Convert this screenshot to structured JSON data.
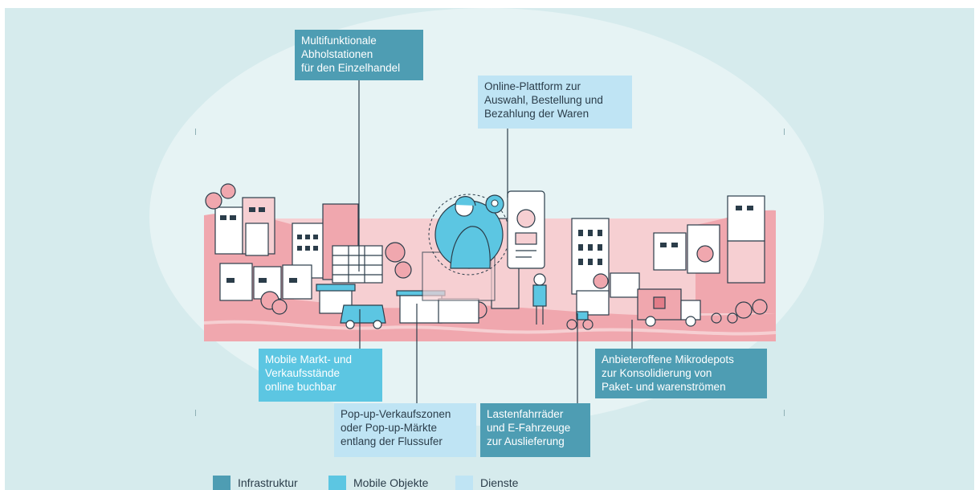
{
  "colors": {
    "infrastructure": "#4e9db3",
    "mobile_objects": "#5cc6e2",
    "services": "#bfe4f4",
    "background": "#d6ebed",
    "pink_main": "#f0a7ae",
    "pink_light": "#f6cfd2",
    "pink_dark": "#e27c88"
  },
  "callouts": {
    "abholstationen": "Multifunktionale\nAbholstationen\nfür den Einzelhandel",
    "plattform": "Online-Plattform zur\nAuswahl, Bestellung und\nBezahlung der Waren",
    "markt": "Mobile Markt- und\nVerkaufsstände\nonline buchbar",
    "mikrodepots": "Anbieteroffene Mikrodepots\nzur Konsolidierung von\nPaket- und warenströmen",
    "popup": "Pop-up-Verkaufszonen\noder Pop-up-Märkte\nentlang der Flussufer",
    "lastenrad": "Lastenfahrräder\nund E-Fahrzeuge\nzur Auslieferung"
  },
  "legend": [
    {
      "label": "Infrastruktur",
      "color": "#4e9db3"
    },
    {
      "label": "Mobile Objekte",
      "color": "#5cc6e2"
    },
    {
      "label": "Dienste",
      "color": "#bfe4f4"
    }
  ]
}
